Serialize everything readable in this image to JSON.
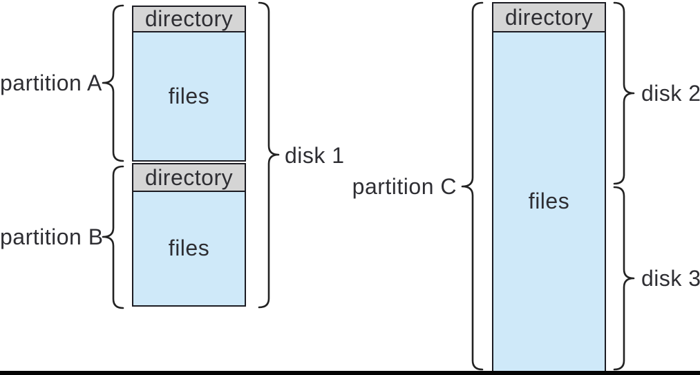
{
  "diagram": {
    "description": "File-system organization: partitions and disks",
    "left_disk": {
      "disk_label": "disk 1",
      "partition_a": {
        "label": "partition A",
        "directory_label": "directory",
        "files_label": "files"
      },
      "partition_b": {
        "label": "partition B",
        "directory_label": "directory",
        "files_label": "files"
      }
    },
    "right_disk_group": {
      "disk2_label": "disk 2",
      "disk3_label": "disk 3",
      "partition_c": {
        "label": "partition C",
        "directory_label": "directory",
        "files_label": "files"
      }
    },
    "colors": {
      "directory_fill": "#d5d5d5",
      "files_fill": "#cfe9f9",
      "box_border": "#1b1b22",
      "text": "#2e2e33",
      "brace_stroke": "#222222",
      "bottom_rule": "#050505",
      "background": "#ffffff"
    }
  }
}
